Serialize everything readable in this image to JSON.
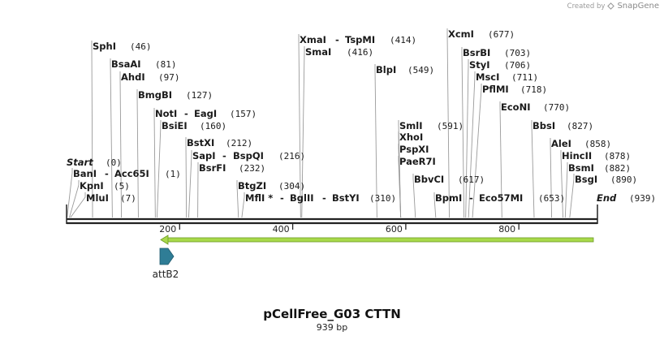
{
  "credit": {
    "prefix": "Created by",
    "brand": "SnapGene"
  },
  "map": {
    "title": "pCellFree_G03 CTTN",
    "length_text": "939 bp",
    "length": 939,
    "axis_ticks": [
      "200",
      "400",
      "600",
      "800"
    ],
    "feature": {
      "name": "attB2"
    },
    "site_labels": [
      {
        "id": "sphi",
        "name": "SphI",
        "pos": "(46)",
        "bp": 46
      },
      {
        "id": "bsaai",
        "name": "BsaAI",
        "pos": "(81)",
        "bp": 81
      },
      {
        "id": "ahdi",
        "name": "AhdI",
        "pos": "(97)",
        "bp": 97
      },
      {
        "id": "bmgbi",
        "name": "BmgBI",
        "pos": "(127)",
        "bp": 127
      },
      {
        "id": "noti",
        "name": "NotI",
        "name2": "EagI",
        "pos": "(157)",
        "bp": 157
      },
      {
        "id": "bsiei",
        "name": "BsiEI",
        "pos": "(160)",
        "bp": 160
      },
      {
        "id": "bstxi",
        "name": "BstXI",
        "pos": "(212)",
        "bp": 212
      },
      {
        "id": "sapi",
        "name": "SapI",
        "name2": "BspQI",
        "pos": "(216)",
        "bp": 216
      },
      {
        "id": "bsrfi",
        "name": "BsrFI",
        "pos": "(232)",
        "bp": 232
      },
      {
        "id": "btgzi",
        "name": "BtgZI",
        "pos": "(304)",
        "bp": 304
      },
      {
        "id": "mfli",
        "name": "MflI *",
        "name2": "BglII",
        "name3": "BstYI",
        "pos": "(310)",
        "bp": 310
      },
      {
        "id": "xmai",
        "name": "XmaI",
        "name2": "TspMI",
        "pos": "(414)",
        "bp": 414
      },
      {
        "id": "smai",
        "name": "SmaI",
        "pos": "(416)",
        "bp": 416
      },
      {
        "id": "blpi",
        "name": "BlpI",
        "pos": "(549)",
        "bp": 549
      },
      {
        "id": "smli",
        "name": "SmlI",
        "pos": "(591)",
        "bp": 591
      },
      {
        "id": "xhoi",
        "name": "XhoI",
        "bp": 591
      },
      {
        "id": "pspxi",
        "name": "PspXI",
        "bp": 591
      },
      {
        "id": "paer7i",
        "name": "PaeR7I",
        "bp": 591
      },
      {
        "id": "bbvci",
        "name": "BbvCI",
        "pos": "(617)",
        "bp": 617
      },
      {
        "id": "bpmi",
        "name": "BpmI",
        "name2": "Eco57MI",
        "pos": "(653)",
        "bp": 653
      },
      {
        "id": "xcmi",
        "name": "XcmI",
        "pos": "(677)",
        "bp": 677
      },
      {
        "id": "bsrbi",
        "name": "BsrBI",
        "pos": "(703)",
        "bp": 703
      },
      {
        "id": "styi",
        "name": "StyI",
        "pos": "(706)",
        "bp": 706
      },
      {
        "id": "msci",
        "name": "MscI",
        "pos": "(711)",
        "bp": 711
      },
      {
        "id": "pflmi",
        "name": "PflMI",
        "pos": "(718)",
        "bp": 718
      },
      {
        "id": "econi",
        "name": "EcoNI",
        "pos": "(770)",
        "bp": 770
      },
      {
        "id": "bbsi",
        "name": "BbsI",
        "pos": "(827)",
        "bp": 827
      },
      {
        "id": "alei",
        "name": "AleI",
        "pos": "(858)",
        "bp": 858
      },
      {
        "id": "hincii",
        "name": "HincII",
        "pos": "(878)",
        "bp": 878
      },
      {
        "id": "bsmi",
        "name": "BsmI",
        "pos": "(882)",
        "bp": 882
      },
      {
        "id": "bsgi",
        "name": "BsgI",
        "pos": "(890)",
        "bp": 890
      },
      {
        "id": "start",
        "name": "Start",
        "pos": "(0)",
        "bp": 0
      },
      {
        "id": "bani",
        "name": "BanI",
        "name2": "Acc65I",
        "pos": "(1)",
        "bp": 1
      },
      {
        "id": "kpni",
        "name": "KpnI",
        "pos": "(5)",
        "bp": 5
      },
      {
        "id": "mlui",
        "name": "MluI",
        "pos": "(7)",
        "bp": 7
      },
      {
        "id": "end",
        "name": "End",
        "pos": "(939)",
        "bp": 939
      }
    ],
    "colors": {
      "orf_arrow": "#a8d94a",
      "feature_arrow": "#2f7d96",
      "backbone": "#222222"
    }
  }
}
